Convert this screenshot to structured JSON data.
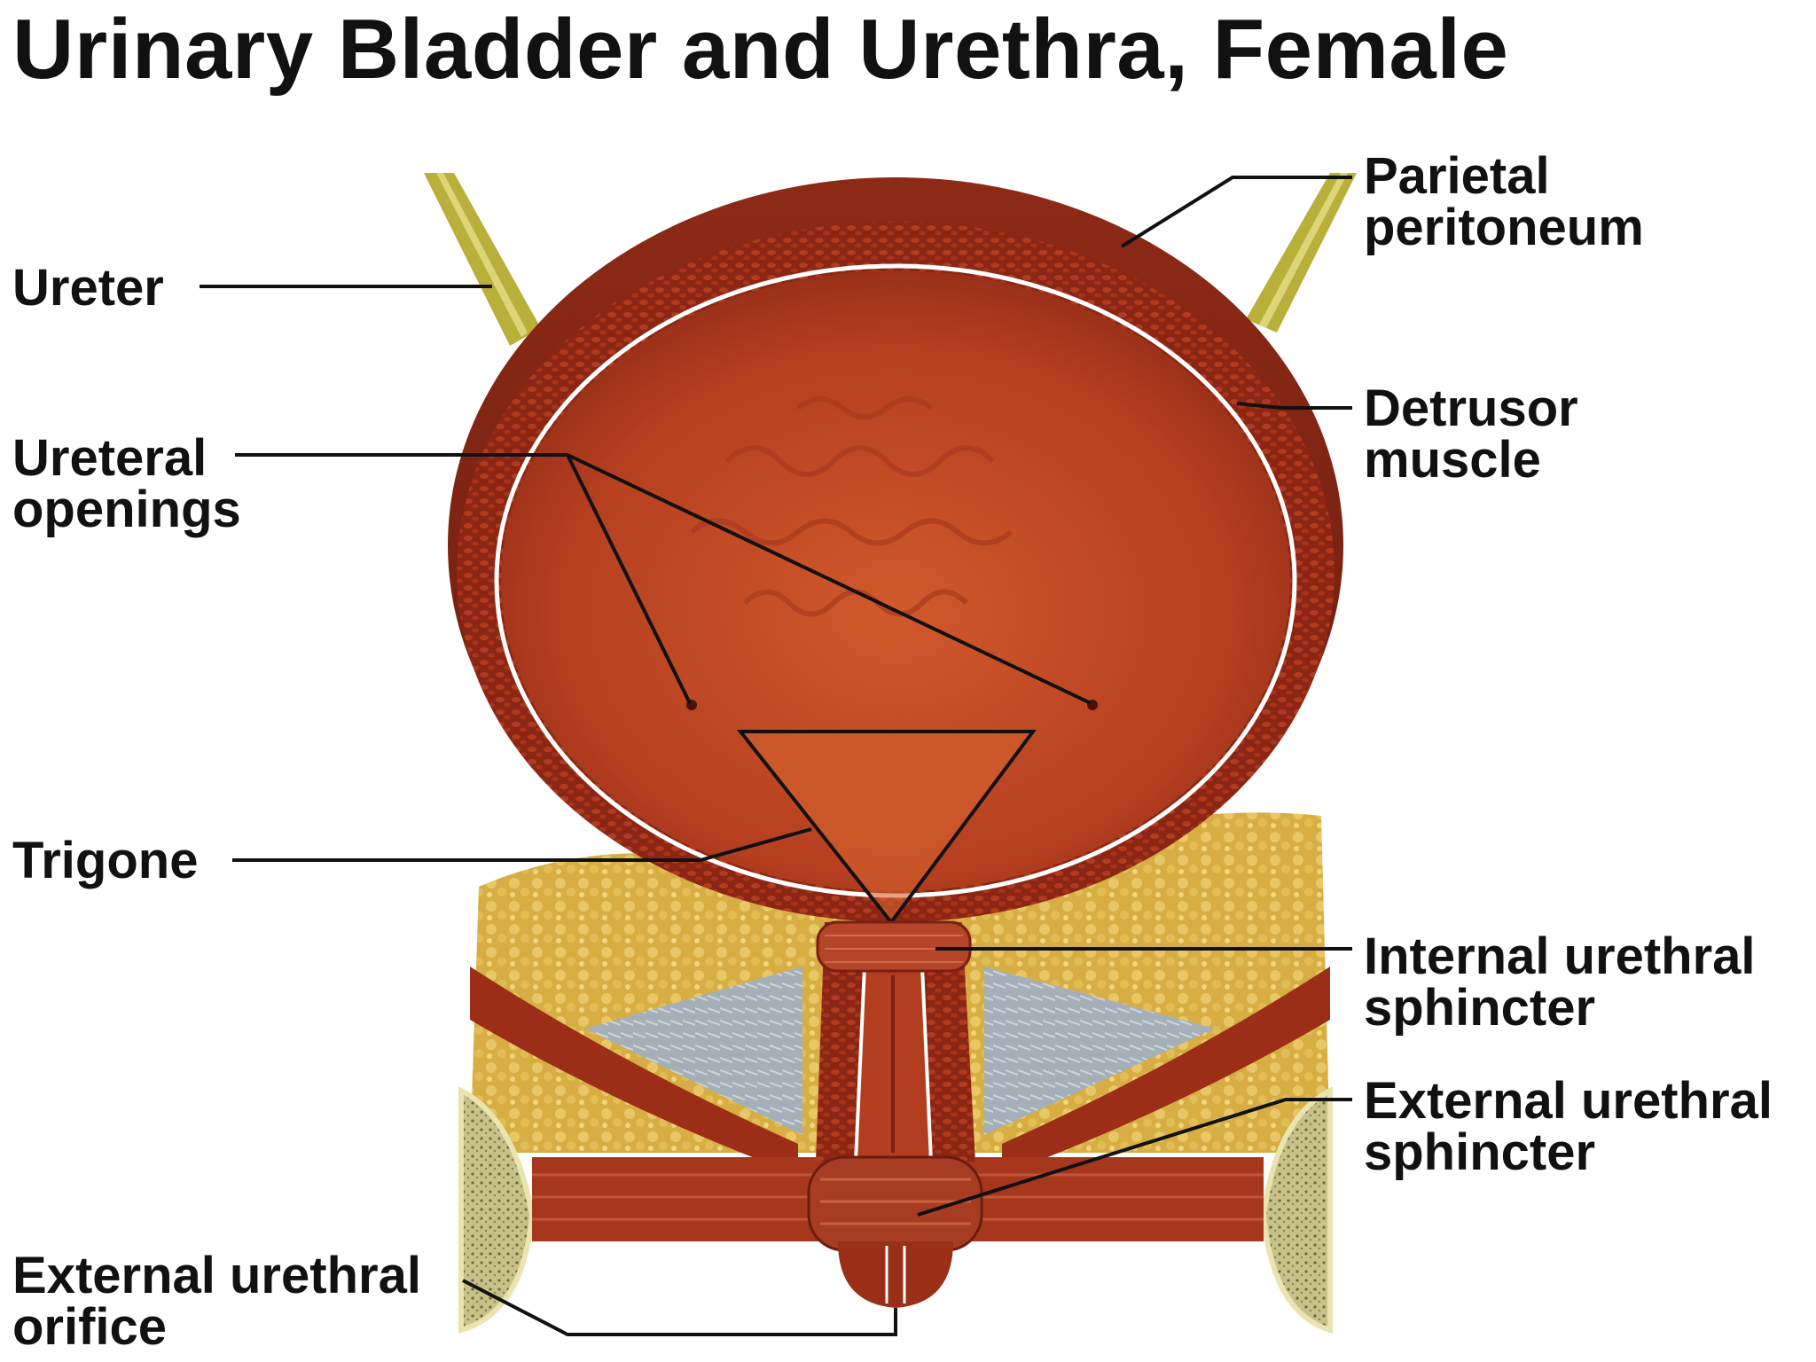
{
  "title": "Urinary Bladder and Urethra, Female",
  "labels": {
    "ureter": {
      "line1": "Ureter"
    },
    "ureteral_openings": {
      "line1": "Ureteral",
      "line2": "openings"
    },
    "trigone": {
      "line1": "Trigone"
    },
    "external_urethral_orifice": {
      "line1": "External urethral",
      "line2": "orifice"
    },
    "parietal_peritoneum": {
      "line1": "Parietal",
      "line2": "peritoneum"
    },
    "detrusor_muscle": {
      "line1": "Detrusor",
      "line2": "muscle"
    },
    "internal_urethral_sphincter": {
      "line1": "Internal urethral",
      "line2": "sphincter"
    },
    "external_urethral_sphincter": {
      "line1": "External urethral",
      "line2": "sphincter"
    }
  },
  "colors": {
    "tissue_dark": "#7a1f12",
    "tissue_mid": "#a8341c",
    "lumen": "#c44a26",
    "fat": "#d9b24a",
    "ureter": "#b4ac3a",
    "ligament": "#a9b4bd",
    "leader_line": "#111111"
  }
}
